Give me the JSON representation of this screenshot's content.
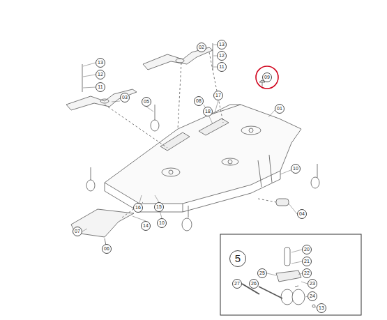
{
  "diagram": {
    "labels": [
      "02",
      "13",
      "12",
      "11",
      "13",
      "12",
      "11",
      "03",
      "09",
      "05",
      "08",
      "17",
      "18",
      "01",
      "10",
      "04",
      "16",
      "15",
      "10",
      "14",
      "07",
      "06",
      "5",
      "20",
      "21",
      "25",
      "22",
      "23",
      "27",
      "26",
      "24",
      "13"
    ]
  }
}
